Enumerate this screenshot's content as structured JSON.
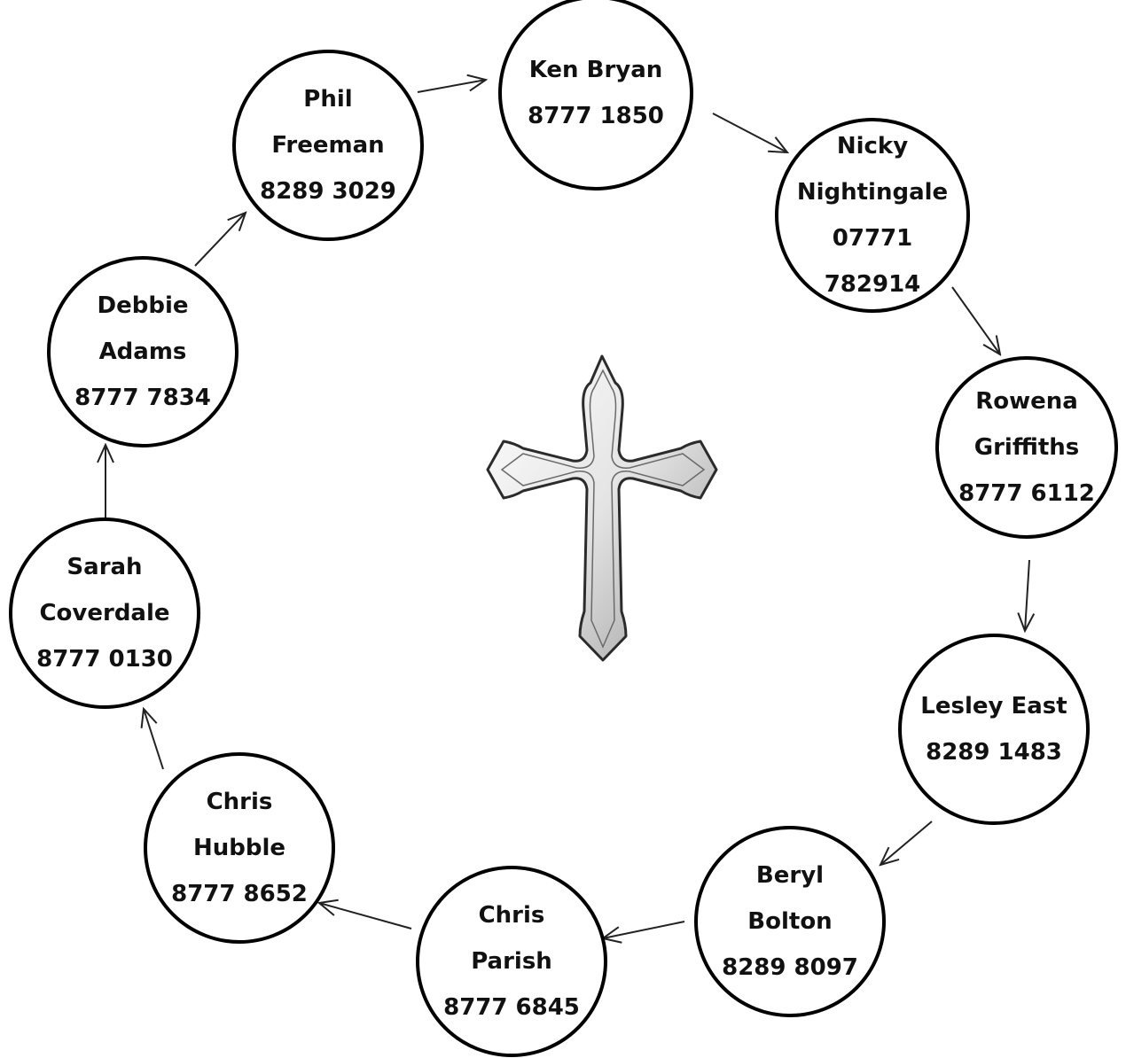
{
  "diagram": {
    "nodes": [
      {
        "id": "ken-bryan",
        "lines": [
          "Ken Bryan",
          "8777 1850"
        ]
      },
      {
        "id": "nicky-nightingale",
        "lines": [
          "Nicky",
          "Nightingale",
          "07771",
          "782914"
        ]
      },
      {
        "id": "rowena-griffiths",
        "lines": [
          "Rowena",
          "Griffiths",
          "8777 6112"
        ]
      },
      {
        "id": "lesley-east",
        "lines": [
          "Lesley East",
          "8289 1483"
        ]
      },
      {
        "id": "beryl-bolton",
        "lines": [
          "Beryl",
          "Bolton",
          "8289 8097"
        ]
      },
      {
        "id": "chris-parish",
        "lines": [
          "Chris",
          "Parish",
          "8777 6845"
        ]
      },
      {
        "id": "chris-hubble",
        "lines": [
          "Chris",
          "Hubble",
          "8777 8652"
        ]
      },
      {
        "id": "sarah-coverdale",
        "lines": [
          "Sarah",
          "Coverdale",
          "8777 0130"
        ]
      },
      {
        "id": "debbie-adams",
        "lines": [
          "Debbie",
          "Adams",
          "8777 7834"
        ]
      },
      {
        "id": "phil-freeman",
        "lines": [
          "Phil",
          "Freeman",
          "8289 3029"
        ]
      }
    ],
    "edges": [
      {
        "from": "phil-freeman",
        "to": "ken-bryan"
      },
      {
        "from": "ken-bryan",
        "to": "nicky-nightingale"
      },
      {
        "from": "nicky-nightingale",
        "to": "rowena-griffiths"
      },
      {
        "from": "rowena-griffiths",
        "to": "lesley-east"
      },
      {
        "from": "lesley-east",
        "to": "beryl-bolton"
      },
      {
        "from": "beryl-bolton",
        "to": "chris-parish"
      },
      {
        "from": "chris-parish",
        "to": "chris-hubble"
      },
      {
        "from": "chris-hubble",
        "to": "sarah-coverdale"
      },
      {
        "from": "sarah-coverdale",
        "to": "debbie-adams"
      },
      {
        "from": "debbie-adams",
        "to": "phil-freeman"
      }
    ],
    "center_image": "cross-icon"
  }
}
